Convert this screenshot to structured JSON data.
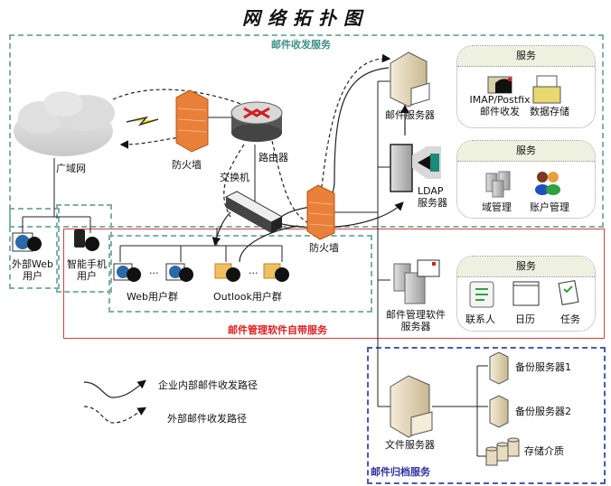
{
  "title": "网络拓扑图",
  "groups": {
    "mail_service": "邮件收发服务",
    "mgmt_service": "邮件管理软件自带服务",
    "archive_service": "邮件归档服务"
  },
  "nodes": {
    "wan": "广域网",
    "firewall1": "防火墙",
    "router": "路由器",
    "switch": "交换机",
    "firewall2": "防火墙",
    "mail_server": "邮件服务器",
    "ldap_server_line1": "LDAP",
    "ldap_server_line2": "服务器",
    "ext_web_user_line1": "外部Web",
    "ext_web_user_line2": "用户",
    "smartphone_user_line1": "智能手机",
    "smartphone_user_line2": "用户",
    "web_user_group": "Web用户群",
    "outlook_user_group": "Outlook用户群",
    "ellipsis": "···",
    "mgmt_server_line1": "邮件管理软件",
    "mgmt_server_line2": "服务器",
    "file_server": "文件服务器",
    "backup1": "备份服务器1",
    "backup2": "备份服务器2",
    "storage": "存储介质"
  },
  "service_panels": [
    {
      "header": "服务",
      "items": [
        "IMAP/Postfix\n邮件收发",
        "数据存储"
      ],
      "item_line1": "IMAP/Postfix",
      "item_line2": "邮件收发",
      "item2": "数据存储"
    },
    {
      "header": "服务",
      "items": [
        "域管理",
        "账户管理"
      ]
    },
    {
      "header": "服务",
      "items": [
        "联系人",
        "日历",
        "任务"
      ]
    }
  ],
  "legend": [
    {
      "style": "solid",
      "label": "企业内部邮件收发路径"
    },
    {
      "style": "dashed",
      "label": "外部邮件收发路径"
    }
  ],
  "colors": {
    "teal_group": "#7fb0a8",
    "red_group": "#d04040",
    "blue_group": "#4a5ab0",
    "firewall": "#e8803a"
  }
}
